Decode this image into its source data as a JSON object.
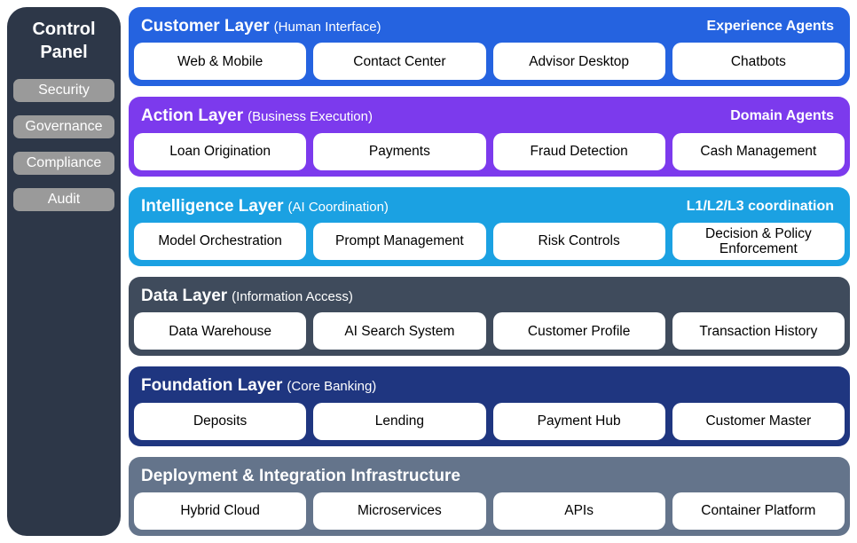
{
  "page": {
    "background": "#ffffff"
  },
  "sidebar": {
    "title": "Control Panel",
    "bg_color": "#2d3748",
    "button_color": "#9a9a9a",
    "items": [
      {
        "label": "Security"
      },
      {
        "label": "Governance"
      },
      {
        "label": "Compliance"
      },
      {
        "label": "Audit"
      }
    ]
  },
  "layers": [
    {
      "title": "Customer Layer",
      "subtitle": "(Human Interface)",
      "tag": "Experience Agents",
      "color": "#2563e0",
      "items": [
        "Web & Mobile",
        "Contact Center",
        "Advisor Desktop",
        "Chatbots"
      ]
    },
    {
      "title": "Action Layer",
      "subtitle": "(Business Execution)",
      "tag": "Domain Agents",
      "color": "#7c3aed",
      "items": [
        "Loan Origination",
        "Payments",
        "Fraud Detection",
        "Cash Management"
      ]
    },
    {
      "title": "Intelligence Layer",
      "subtitle": "(AI Coordination)",
      "tag": "L1/L2/L3 coordination",
      "color": "#1ba1e2",
      "items": [
        "Model Orchestration",
        "Prompt Management",
        "Risk Controls",
        "Decision & Policy Enforcement"
      ]
    },
    {
      "title": "Data Layer",
      "subtitle": "(Information Access)",
      "tag": "",
      "color": "#3f4b5c",
      "items": [
        "Data Warehouse",
        "AI Search System",
        "Customer Profile",
        "Transaction History"
      ]
    },
    {
      "title": "Foundation Layer",
      "subtitle": "(Core Banking)",
      "tag": "",
      "color": "#1f3680",
      "items": [
        "Deposits",
        "Lending",
        "Payment Hub",
        "Customer Master"
      ]
    },
    {
      "title": "Deployment & Integration Infrastructure",
      "subtitle": "",
      "tag": "",
      "color": "#64748b",
      "items": [
        "Hybrid Cloud",
        "Microservices",
        "APIs",
        "Container Platform"
      ]
    }
  ]
}
